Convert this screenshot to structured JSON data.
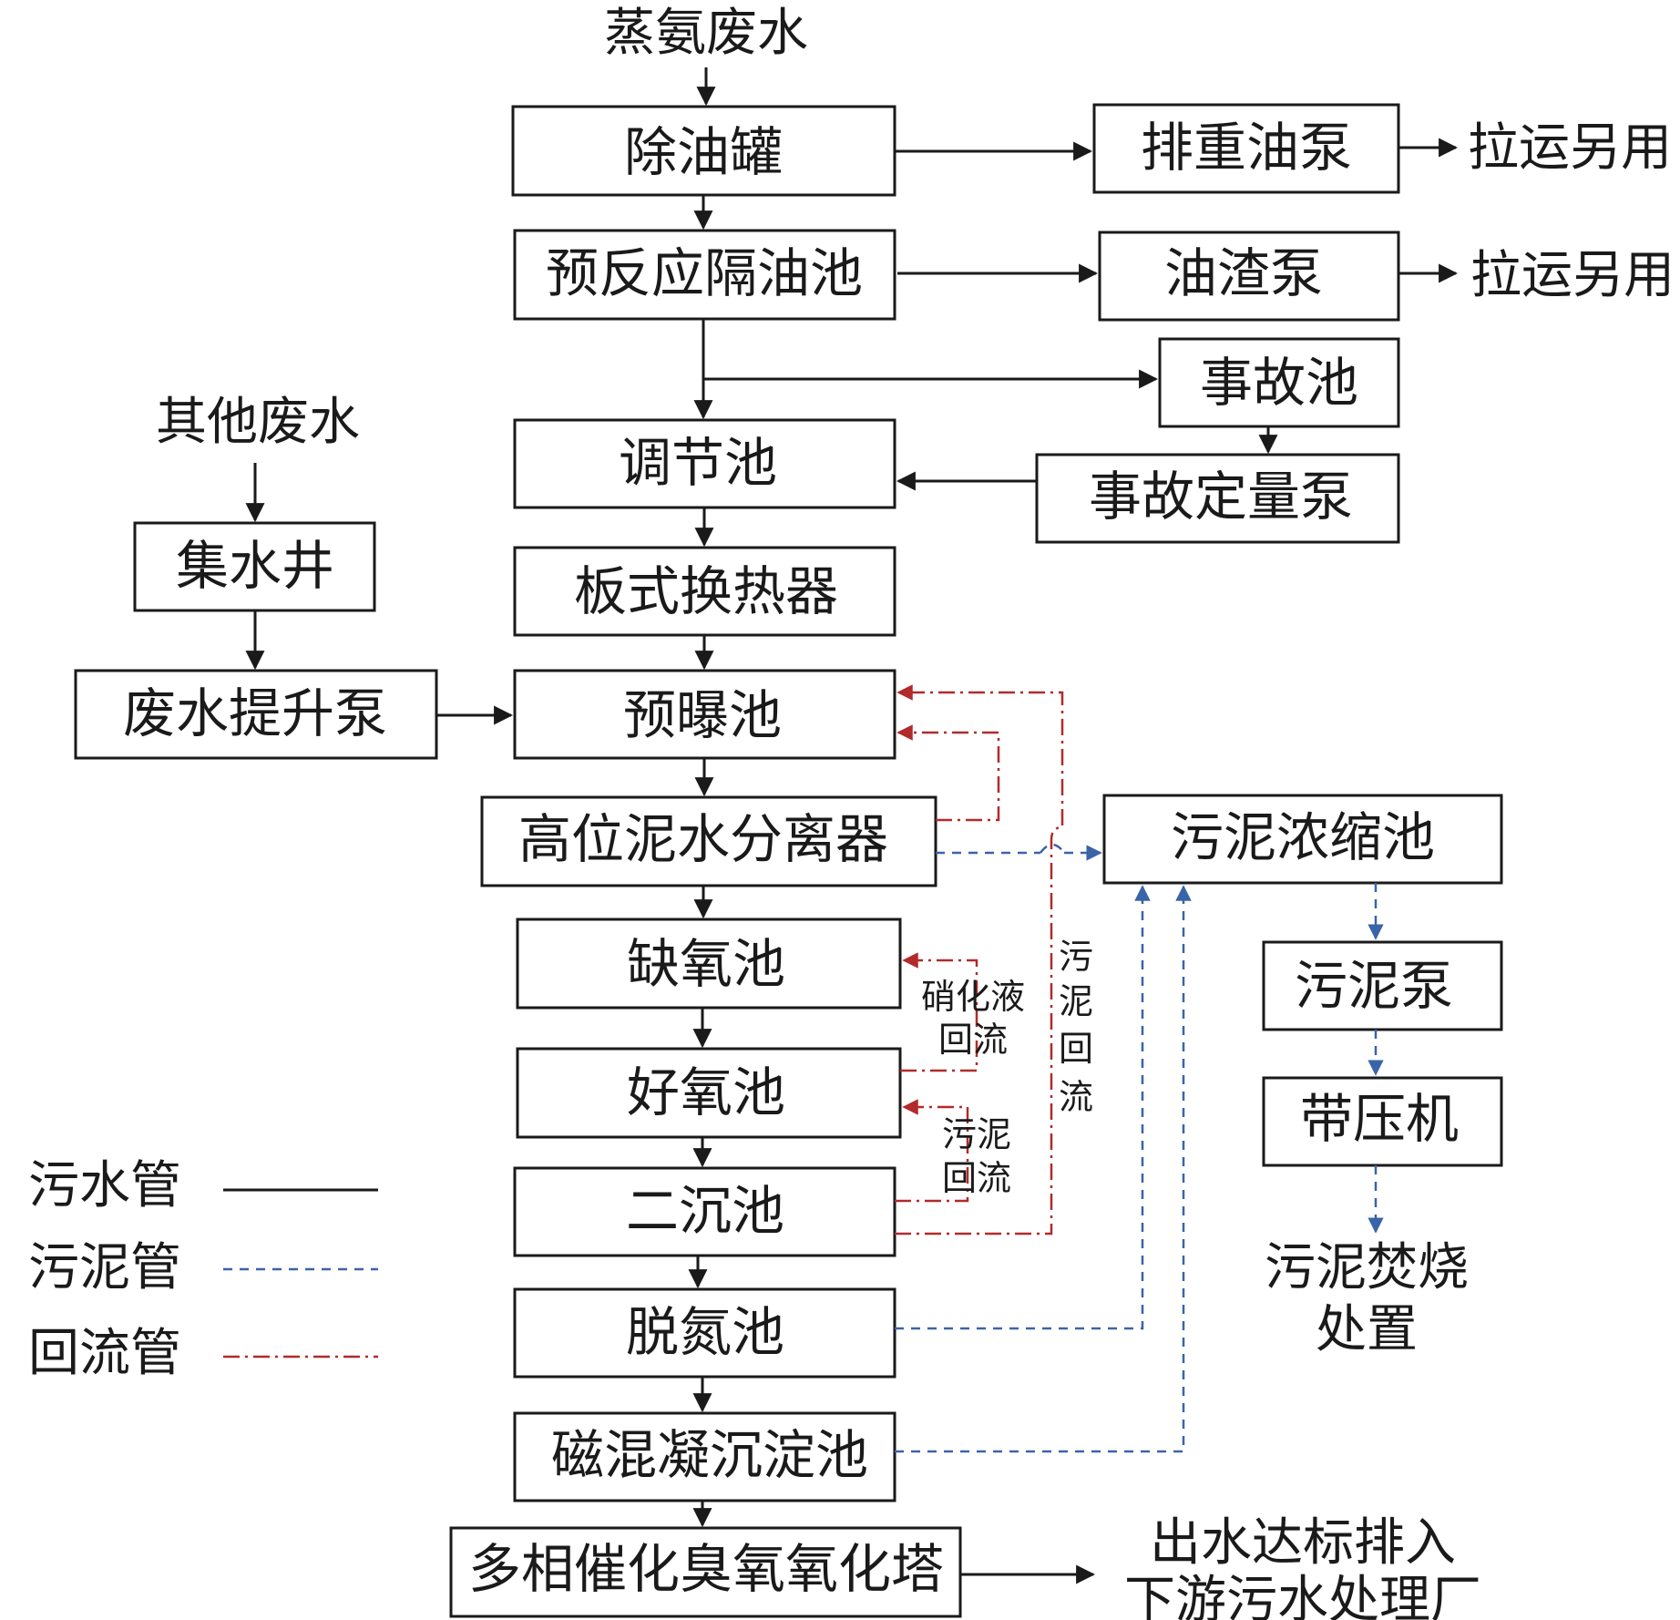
{
  "inputs": {
    "ammonia_wastewater": "蒸氨废水",
    "other_wastewater": "其他废水"
  },
  "units": {
    "oil_removal_tank": "除油罐",
    "pre_reaction_oil_separator": "预反应隔油池",
    "regulating_tank": "调节池",
    "plate_heat_exchanger": "板式换热器",
    "pre_aeration_tank": "预曝池",
    "high_level_separator": "高位泥水分离器",
    "anoxic_tank": "缺氧池",
    "aerobic_tank": "好氧池",
    "secondary_clarifier": "二沉池",
    "denitrification_tank": "脱氮池",
    "magnetic_coagulation_tank": "磁混凝沉淀池",
    "ozone_tower": "多相催化臭氧氧化塔",
    "heavy_oil_pump": "排重油泵",
    "oil_residue_pump": "油渣泵",
    "emergency_tank": "事故池",
    "emergency_dosing_pump": "事故定量泵",
    "collection_well": "集水井",
    "lift_pump": "废水提升泵",
    "sludge_thickener": "污泥浓缩池",
    "sludge_pump": "污泥泵",
    "belt_press": "带压机"
  },
  "outputs": {
    "haul_reuse": "拉运另用",
    "sludge_incineration_line1": "污泥焚烧",
    "sludge_incineration_line2": "处置",
    "effluent_line1": "出水达标排入",
    "effluent_line2": "下游污水处理厂"
  },
  "flow_labels": {
    "nitrate_reflux_1": "硝化液",
    "nitrate_reflux_2": "回流",
    "sludge_return_1": "污泥",
    "sludge_return_2": "回流",
    "vertical_return": [
      "污",
      "泥",
      "回",
      "流"
    ]
  },
  "legend": [
    {
      "label": "污水管",
      "style": "solid",
      "color": "#1a1a1a"
    },
    {
      "label": "污泥管",
      "style": "dashed",
      "color": "#3a64a8"
    },
    {
      "label": "回流管",
      "style": "dash-dot",
      "color": "#b22a2a"
    }
  ]
}
